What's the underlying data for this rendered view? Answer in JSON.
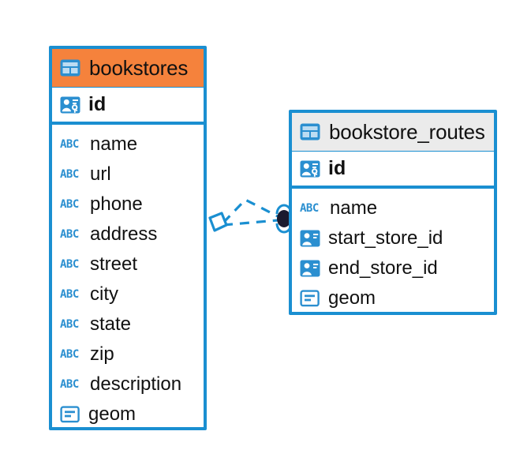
{
  "diagram": {
    "type": "entity-relationship-diagram",
    "background": "#ffffff",
    "accent_color": "#1a8fd1",
    "highlight_color": "#f5823c",
    "header_grey": "#ebebeb"
  },
  "tables": [
    {
      "name": "bookstores",
      "header_style": "orange",
      "table_icon": "table-icon",
      "primary_key": {
        "label": "id",
        "icon": "primary-key-icon"
      },
      "columns": [
        {
          "label": "name",
          "icon": "abc-text-icon"
        },
        {
          "label": "url",
          "icon": "abc-text-icon"
        },
        {
          "label": "phone",
          "icon": "abc-text-icon"
        },
        {
          "label": "address",
          "icon": "abc-text-icon"
        },
        {
          "label": "street",
          "icon": "abc-text-icon"
        },
        {
          "label": "city",
          "icon": "abc-text-icon"
        },
        {
          "label": "state",
          "icon": "abc-text-icon"
        },
        {
          "label": "zip",
          "icon": "abc-text-icon"
        },
        {
          "label": "description",
          "icon": "abc-text-icon"
        },
        {
          "label": "geom",
          "icon": "geometry-icon"
        }
      ]
    },
    {
      "name": "bookstore_routes",
      "header_style": "grey",
      "table_icon": "table-icon",
      "primary_key": {
        "label": "id",
        "icon": "primary-key-icon"
      },
      "columns": [
        {
          "label": "name",
          "icon": "abc-text-icon"
        },
        {
          "label": "start_store_id",
          "icon": "foreign-key-icon"
        },
        {
          "label": "end_store_id",
          "icon": "foreign-key-icon"
        },
        {
          "label": "geom",
          "icon": "geometry-icon"
        }
      ]
    }
  ],
  "relationship": {
    "from_table": "bookstores",
    "to_table": "bookstore_routes",
    "line_style": "dashed",
    "color": "#1a8fd1",
    "source_marker": "diamond-marker",
    "target_marker": "filled-circle-marker"
  },
  "icon_labels": {
    "abc": "ABC"
  }
}
